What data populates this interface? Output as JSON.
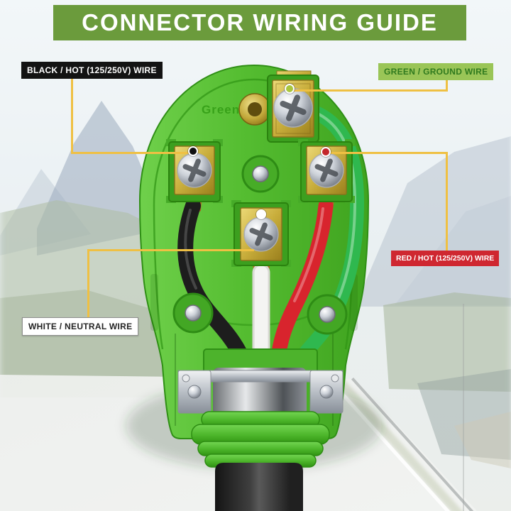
{
  "title": {
    "text": "CONNECTOR WIRING GUIDE",
    "bg_color": "#6b9b3c",
    "text_color": "#ffffff"
  },
  "callouts": {
    "black_hot": {
      "label": "BLACK / HOT (125/250V) WIRE",
      "bg_color": "#131313",
      "text_color": "#ffffff",
      "wire_color": "#1d1d1d"
    },
    "green_ground": {
      "label": "GREEN / GROUND WIRE",
      "bg_color": "#9ac557",
      "text_color": "#2f7a1e",
      "wire_color": "#2fb84f"
    },
    "red_hot": {
      "label": "RED / HOT (125/250V) WIRE",
      "bg_color": "#cf2730",
      "text_color": "#ffffff",
      "wire_color": "#d8242d"
    },
    "white_neutral": {
      "label": "WHITE / NEUTRAL WIRE",
      "bg_color": "#ffffff",
      "text_color": "#242424",
      "wire_color": "#f2f2f0"
    }
  },
  "connector": {
    "embossed_text": "Green",
    "body_color": "#54bc30",
    "terminal_color": "#c9b244",
    "screw_color": "#c3c8cf",
    "callout_line_color": "#efc043"
  }
}
